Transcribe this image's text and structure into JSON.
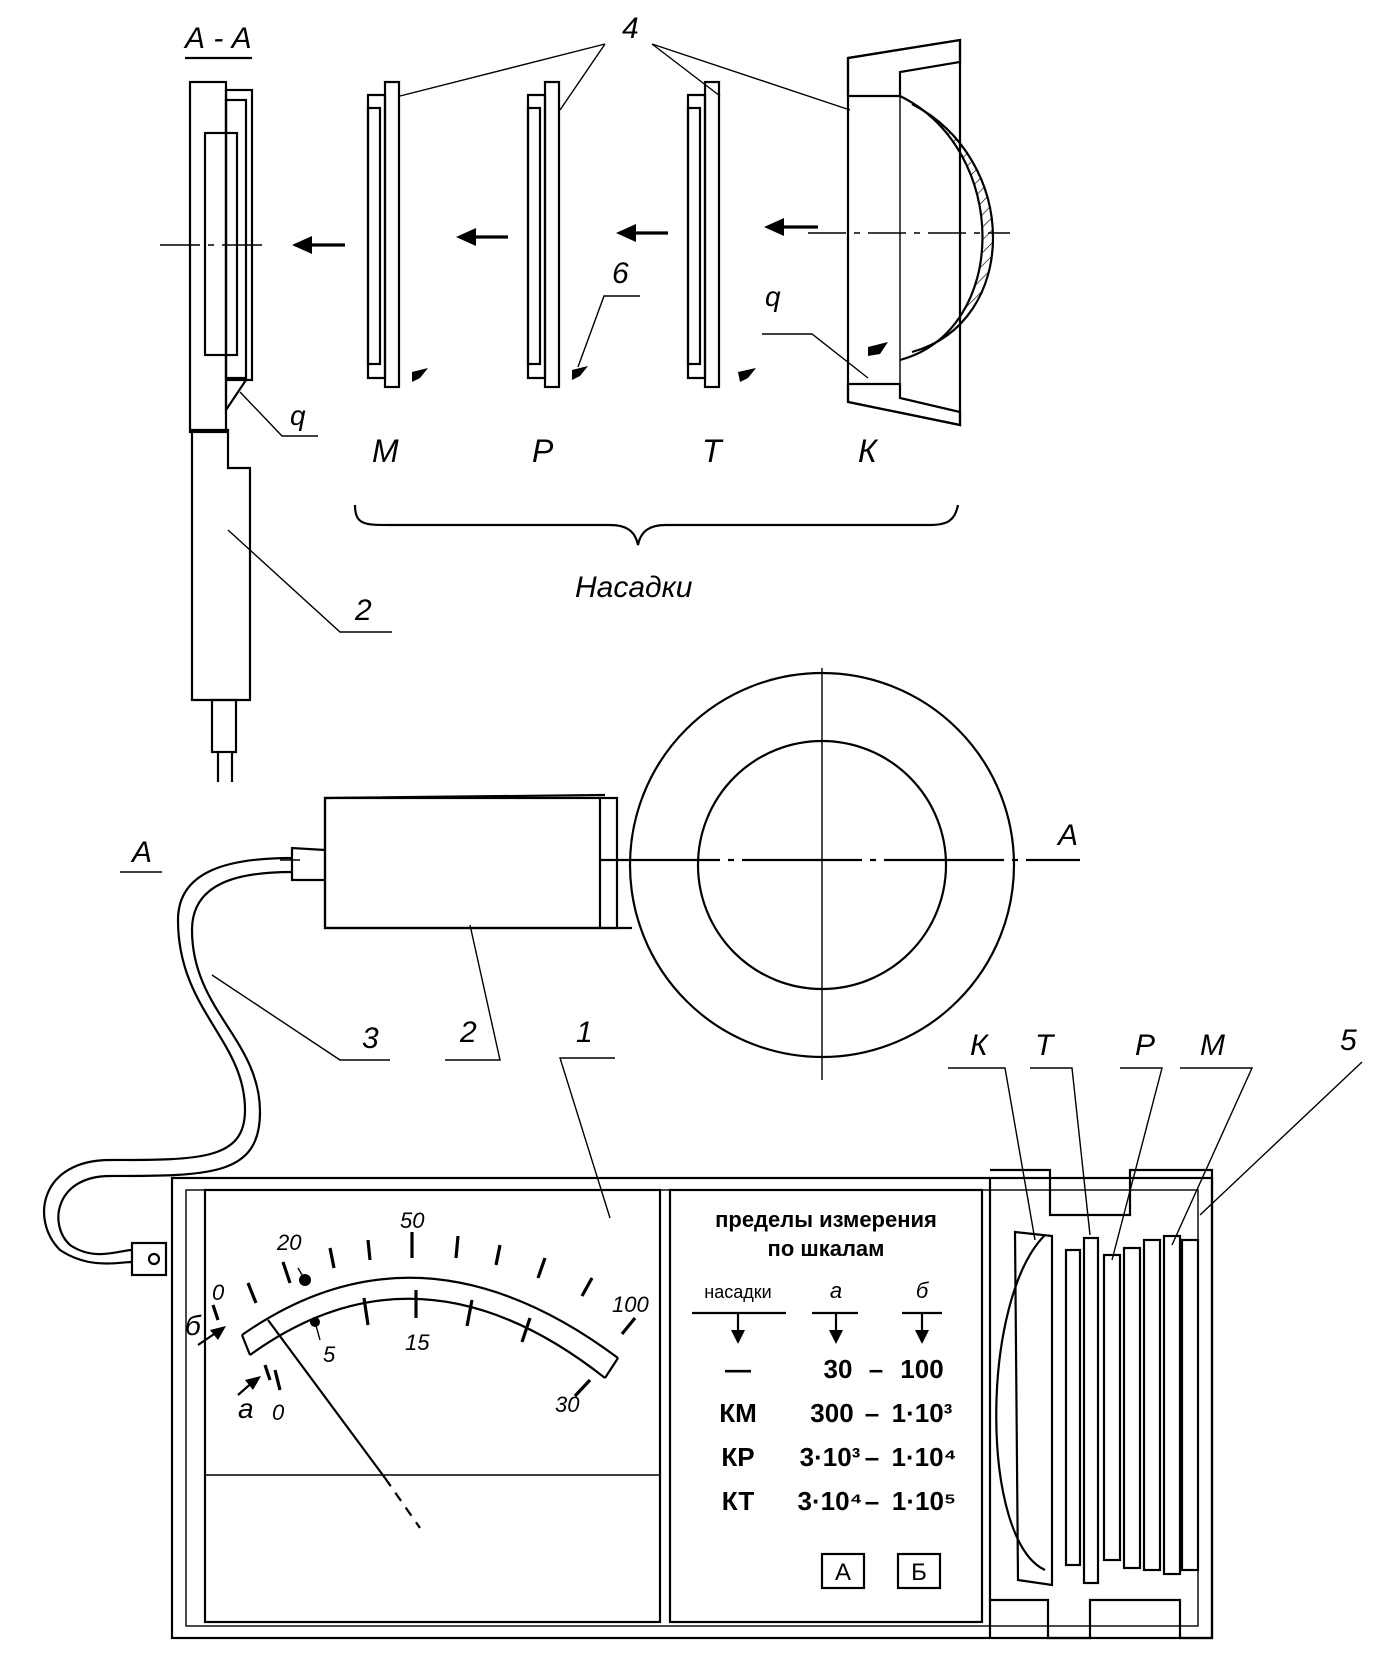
{
  "section": {
    "title": "А - А",
    "marker": "А"
  },
  "attachments": {
    "caption": "Насадки",
    "items": [
      {
        "code": "М"
      },
      {
        "code": "Р"
      },
      {
        "code": "Т"
      },
      {
        "code": "К"
      }
    ]
  },
  "callouts": {
    "instrument": "1",
    "probe_top": "2",
    "probe_bottom": "2",
    "cable": "3",
    "attachments": "4",
    "case": "5",
    "pin": "6",
    "q_left": "q",
    "q_right": "q"
  },
  "case_slots": [
    "К",
    "Т",
    "Р",
    "М"
  ],
  "dial": {
    "scale_a_ticks": [
      "0",
      "5",
      "15",
      "30"
    ],
    "scale_b_ticks": [
      "0",
      "20",
      "50",
      "100"
    ],
    "scale_a_letter": "а",
    "scale_b_letter": "б"
  },
  "limits_panel": {
    "title_line1": "пределы измерения",
    "title_line2": "по шкалам",
    "col_attachment": "насадки",
    "col_a": "а",
    "col_b": "б",
    "rows": [
      {
        "attachment": "—",
        "low": "30",
        "sep": "–",
        "high": "100"
      },
      {
        "attachment": "КМ",
        "low": "300",
        "sep": "–",
        "high": "1·10³"
      },
      {
        "attachment": "КР",
        "low": "3·10³",
        "sep": "–",
        "high": "1·10⁴"
      },
      {
        "attachment": "КТ",
        "low": "3·10⁴",
        "sep": "–",
        "high": "1·10⁵"
      }
    ],
    "button_a": "А",
    "button_b": "Б"
  }
}
